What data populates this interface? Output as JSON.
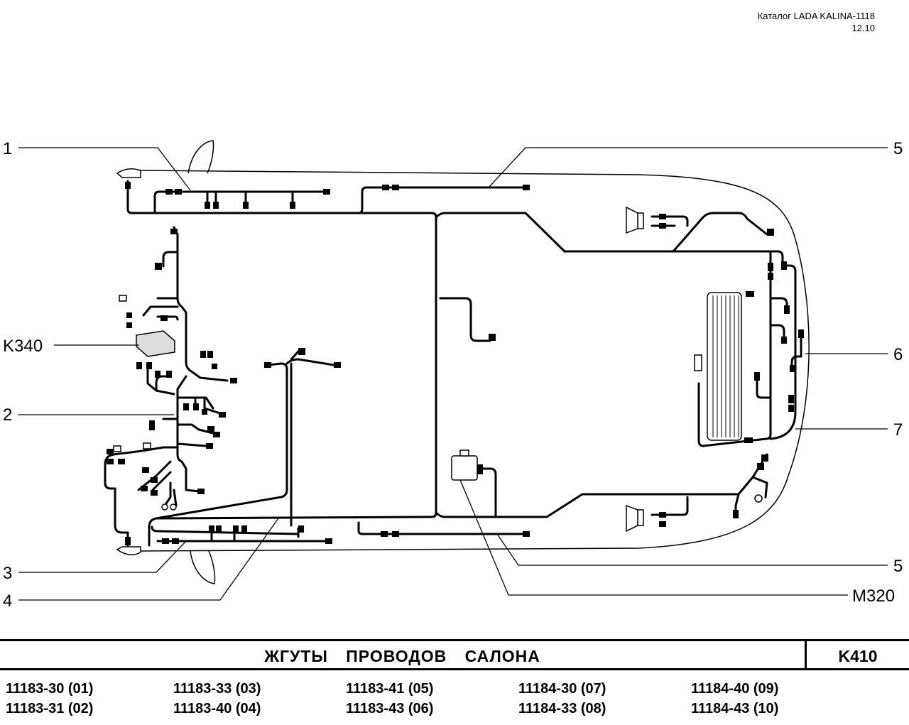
{
  "header": {
    "catalog": "Каталог LADA KALINA-1118",
    "date": "12.10"
  },
  "callouts": {
    "c1": "1",
    "c2": "2",
    "c3": "3",
    "c4": "4",
    "c5a": "5",
    "c5b": "5",
    "c6": "6",
    "c7": "7",
    "k340": "K340",
    "m320": "M320"
  },
  "title": {
    "text": "ЖГУТЫ ПРОВОДОВ САЛОНА",
    "code": "K410"
  },
  "part_numbers": [
    [
      "11183-30 (01)",
      "11183-31 (02)"
    ],
    [
      "11183-33 (03)",
      "11183-40 (04)"
    ],
    [
      "11183-41 (05)",
      "11183-43 (06)"
    ],
    [
      "11184-30 (07)",
      "11184-33 (08)"
    ],
    [
      "11184-40 (09)",
      "11184-43 (10)"
    ]
  ],
  "colors": {
    "line": "#000000",
    "background": "#ffffff"
  }
}
